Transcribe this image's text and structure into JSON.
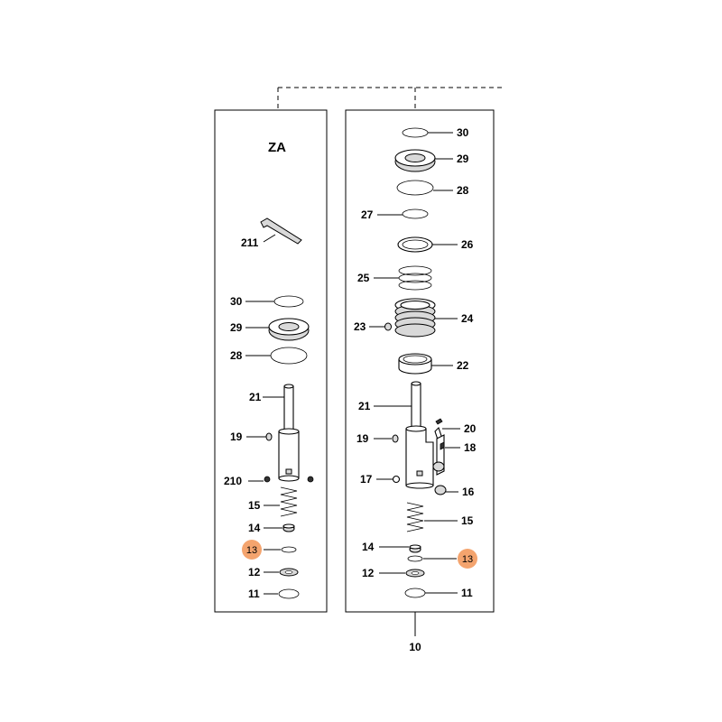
{
  "diagram": {
    "left_panel_title": "ZA",
    "assembly_number": "10",
    "highlight_color": "#f4a46e",
    "left_labels": {
      "p211": "211",
      "p30": "30",
      "p29": "29",
      "p28": "28",
      "p21": "21",
      "p19": "19",
      "p210": "210",
      "p15": "15",
      "p14": "14",
      "p13": "13",
      "p12": "12",
      "p11": "11"
    },
    "right_labels": {
      "p30": "30",
      "p29": "29",
      "p28": "28",
      "p27": "27",
      "p26": "26",
      "p25": "25",
      "p24": "24",
      "p23": "23",
      "p22": "22",
      "p21": "21",
      "p20": "20",
      "p19": "19",
      "p18": "18",
      "p17": "17",
      "p16": "16",
      "p15": "15",
      "p14": "14",
      "p13": "13",
      "p12": "12",
      "p11": "11"
    }
  }
}
